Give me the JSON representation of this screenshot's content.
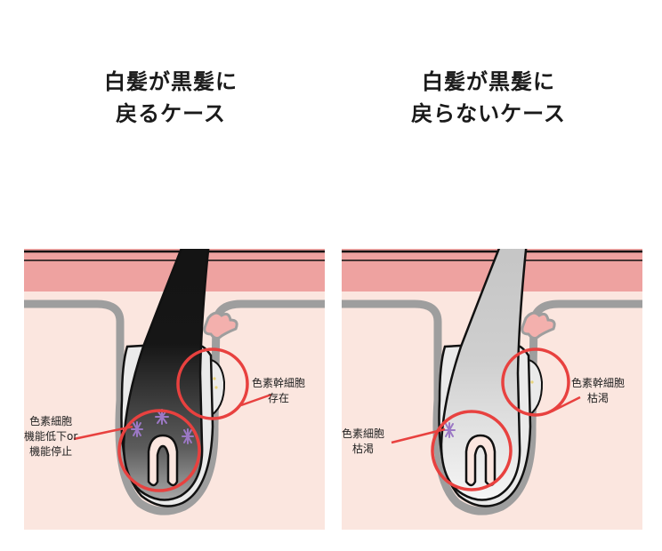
{
  "titles": {
    "left": {
      "line1": "白髪が黒髪に",
      "line2": "戻るケース"
    },
    "right": {
      "line1": "白髪が黒髪に",
      "line2": "戻らないケース"
    }
  },
  "labels": {
    "left_stem": {
      "line1": "色素幹細胞",
      "line2": "存在"
    },
    "left_cells": {
      "line1": "色素細胞",
      "line2": "機能低下or",
      "line3": "機能停止"
    },
    "right_stem": {
      "line1": "色素幹細胞",
      "line2": "枯渇"
    },
    "right_cells": {
      "line1": "色素細胞",
      "line2": "枯渇"
    }
  },
  "colors": {
    "skin": "#fbe6df",
    "epidermis": "#eea2a0",
    "membrane": "#9e9e9e",
    "gland": "#f3b0ad",
    "highlight_circle": "#e8413f",
    "melanocyte": "#9b78c4",
    "stem_cell_dots": "#e8d47a",
    "black_hair": "#111111",
    "white_hair": "#c9c9c9"
  }
}
